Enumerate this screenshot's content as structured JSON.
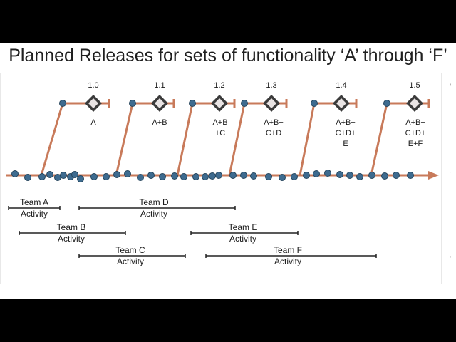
{
  "slide": {
    "title": "Planned Releases for sets of functionality ‘A’ through ‘F’"
  },
  "colors": {
    "background": "#000000",
    "slide": "#ffffff",
    "timeline": "#c87a5a",
    "dot": "#3e6b8f",
    "dot_outline": "#24445c",
    "diamond_outer": "#3b3b3b",
    "diamond_inner": "#e9e4e4",
    "text": "#1a1a1a"
  },
  "releases": [
    {
      "version": "1.0",
      "content": [
        "A"
      ]
    },
    {
      "version": "1.1",
      "content": [
        "A+B"
      ]
    },
    {
      "version": "1.2",
      "content": [
        "A+B",
        "+C"
      ]
    },
    {
      "version": "1.3",
      "content": [
        "A+B+",
        "C+D"
      ]
    },
    {
      "version": "1.4",
      "content": [
        "A+B+",
        "C+D+",
        "E"
      ]
    },
    {
      "version": "1.5",
      "content": [
        "A+B+",
        "C+D+",
        "E+F"
      ]
    }
  ],
  "activities": [
    {
      "team": "Team A",
      "label": "Activity"
    },
    {
      "team": "Team D",
      "label": "Activity"
    },
    {
      "team": "Team B",
      "label": "Activity"
    },
    {
      "team": "Team E",
      "label": "Activity"
    },
    {
      "team": "Team C",
      "label": "Activity"
    },
    {
      "team": "Team F",
      "label": "Activity"
    }
  ],
  "edge_marks": [
    "’",
    "´",
    "’"
  ]
}
